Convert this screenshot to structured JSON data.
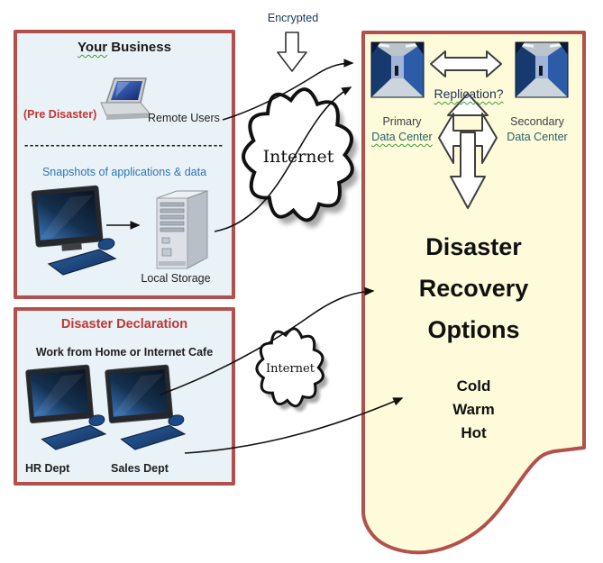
{
  "encrypted": {
    "label": "Encrypted"
  },
  "your_business": {
    "title_word": "Your",
    "title_rest": " Business",
    "pre_disaster": "(Pre Disaster)",
    "remote_users": "Remote Users",
    "divider": "--------------------------------------",
    "snapshots": "Snapshots of applications & data",
    "local_storage": "Local Storage"
  },
  "disaster_declaration": {
    "title": "Disaster Declaration",
    "subtitle": "Work from Home or Internet Cafe",
    "dept1": "HR Dept",
    "dept2": "Sales Dept"
  },
  "clouds": {
    "cloud1_label": "Internet",
    "cloud2_label": "Internet"
  },
  "recovery_panel": {
    "replication": "Replication?",
    "primary_name": "Primary",
    "primary_sub": "Data Center",
    "secondary_name": "Secondary",
    "secondary_sub": "Data Center",
    "title_line1": "Disaster",
    "title_line2": "Recovery",
    "title_line3": "Options",
    "options": [
      "Cold",
      "Warm",
      "Hot"
    ]
  },
  "colors": {
    "box_border": "#b4504c",
    "box_fill": "#e9f2f6",
    "panel_fill": "#fdfbd9",
    "title_red": "#c23535",
    "snapshot_blue": "#2e74b5",
    "encrypted_navy": "#17365d",
    "data_center_teal": "#26606b"
  }
}
